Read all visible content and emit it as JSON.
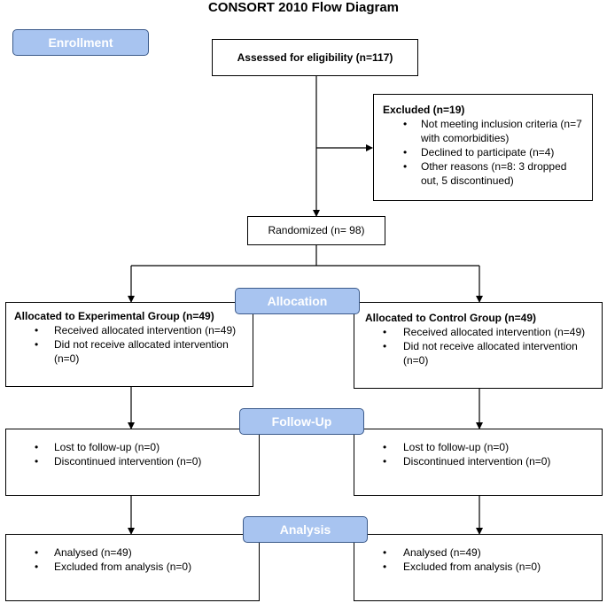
{
  "title": "CONSORT 2010 Flow Diagram",
  "stages": {
    "enrollment": "Enrollment",
    "allocation": "Allocation",
    "followup": "Follow-Up",
    "analysis": "Analysis"
  },
  "assessed": "Assessed for eligibility (n=117)",
  "excluded": {
    "heading": "Excluded (n=19)",
    "items": [
      "Not meeting inclusion criteria (n=7 with comorbidities)",
      "Declined to participate (n=4)",
      "Other reasons (n=8: 3 dropped out, 5 discontinued)"
    ]
  },
  "randomized": "Randomized (n= 98)",
  "experimental": {
    "allocation": {
      "heading": "Allocated to Experimental Group (n=49)",
      "items": [
        "Received allocated intervention (n=49)",
        "Did not receive allocated intervention (n=0)"
      ]
    },
    "followup": {
      "items": [
        "Lost to follow-up (n=0)",
        "Discontinued intervention (n=0)"
      ]
    },
    "analysis": {
      "items": [
        "Analysed (n=49)",
        "Excluded from analysis (n=0)"
      ]
    }
  },
  "control": {
    "allocation": {
      "heading": "Allocated to Control Group (n=49)",
      "items": [
        "Received allocated intervention (n=49)",
        "Did not receive allocated intervention (n=0)"
      ]
    },
    "followup": {
      "items": [
        "Lost to follow-up (n=0)",
        "Discontinued intervention (n=0)"
      ]
    },
    "analysis": {
      "items": [
        "Analysed (n=49)",
        "Excluded from analysis (n=0)"
      ]
    }
  },
  "bullet_char": "•"
}
